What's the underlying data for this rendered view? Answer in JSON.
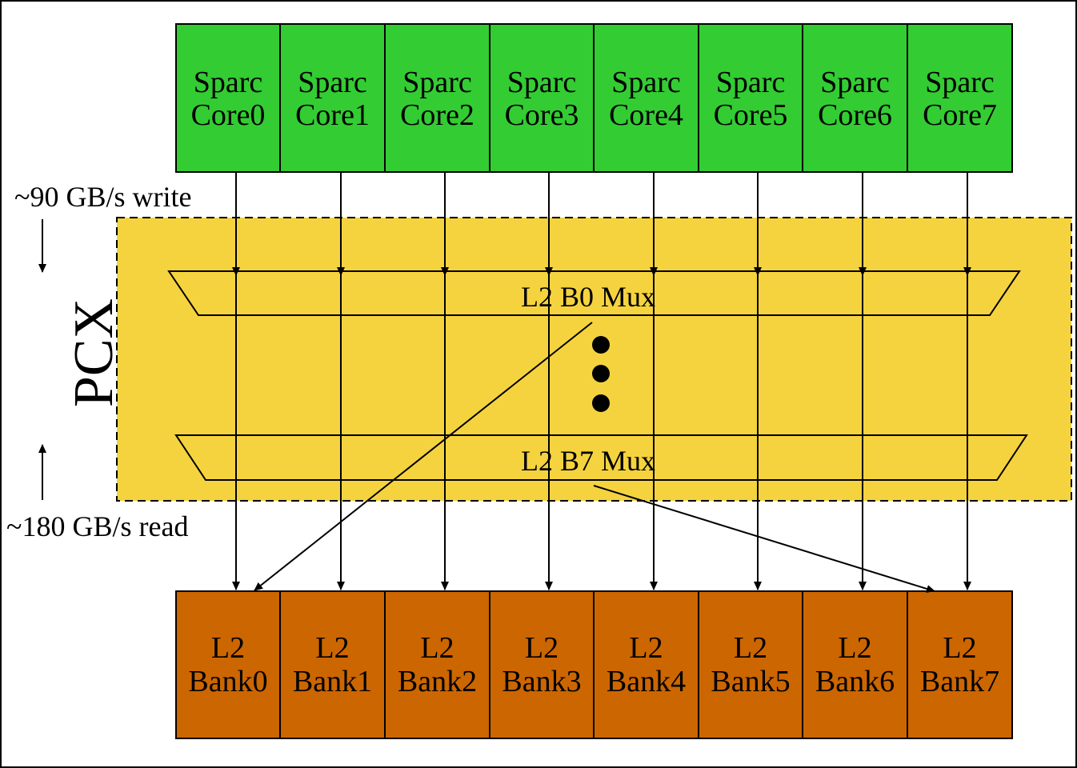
{
  "colors": {
    "core_fill": "#33cc33",
    "bank_fill": "#cc6600",
    "pcx_fill": "#f5d33f",
    "stroke": "#000000",
    "background": "#ffffff"
  },
  "cores": [
    {
      "line1": "Sparc",
      "line2": "Core0"
    },
    {
      "line1": "Sparc",
      "line2": "Core1"
    },
    {
      "line1": "Sparc",
      "line2": "Core2"
    },
    {
      "line1": "Sparc",
      "line2": "Core3"
    },
    {
      "line1": "Sparc",
      "line2": "Core4"
    },
    {
      "line1": "Sparc",
      "line2": "Core5"
    },
    {
      "line1": "Sparc",
      "line2": "Core6"
    },
    {
      "line1": "Sparc",
      "line2": "Core7"
    }
  ],
  "banks": [
    {
      "line1": "L2",
      "line2": "Bank0"
    },
    {
      "line1": "L2",
      "line2": "Bank1"
    },
    {
      "line1": "L2",
      "line2": "Bank2"
    },
    {
      "line1": "L2",
      "line2": "Bank3"
    },
    {
      "line1": "L2",
      "line2": "Bank4"
    },
    {
      "line1": "L2",
      "line2": "Bank5"
    },
    {
      "line1": "L2",
      "line2": "Bank6"
    },
    {
      "line1": "L2",
      "line2": "Bank7"
    }
  ],
  "pcx": {
    "label": "PCX",
    "mux_top": "L2 B0 Mux",
    "mux_bottom": "L2 B7 Mux"
  },
  "bandwidth": {
    "write": "~90 GB/s write",
    "read": "~180 GB/s read"
  }
}
